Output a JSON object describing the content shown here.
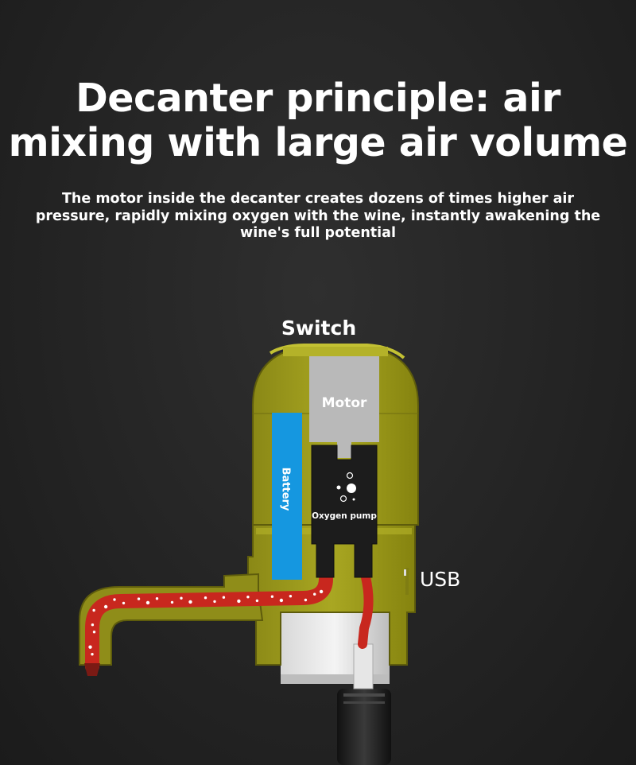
{
  "page": {
    "title": "Decanter principle: air mixing with large air volume",
    "subtitle": "The motor inside the decanter creates dozens of times higher air pressure, rapidly mixing oxygen with the wine, instantly awakening the wine's full potential"
  },
  "diagram": {
    "labels": {
      "switch": "Switch",
      "motor": "Motor",
      "battery": "Battery",
      "oxygen_pump": "Oxygen pump",
      "usb": "USB"
    },
    "colors": {
      "housing": "#9c9a1c",
      "housing_dark": "#6f6d10",
      "motor": "#b9b9b9",
      "battery": "#1597e0",
      "pump": "#1c1c1c",
      "wine_tube": "#c8271e",
      "background": "#262626"
    }
  }
}
